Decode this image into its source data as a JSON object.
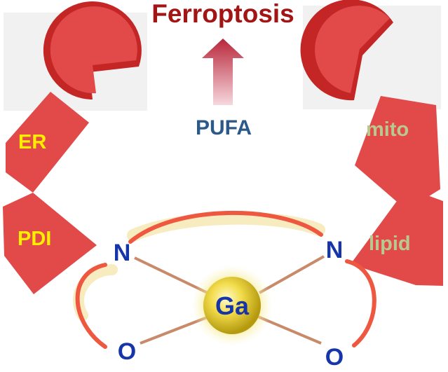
{
  "title": "Ferroptosis",
  "trigger": "PUFA",
  "metal": "Ga",
  "atoms": {
    "n_left": "N",
    "n_right": "N",
    "o_left": "O",
    "o_right": "O"
  },
  "left_arm": {
    "upper_block": "ER",
    "lower_block": "PDI"
  },
  "right_arm": {
    "upper_block": "mito",
    "lower_block": "lipid"
  },
  "colors": {
    "title": "#a31515",
    "trigger": "#2b5a8a",
    "claw": "#e24a4a",
    "claw_dark": "#c42626",
    "left_labels": "#ffee00",
    "right_labels": "#b9c98e",
    "atoms": "#1535a8",
    "ring": "#ee5840",
    "bond": "#c98a6a",
    "glow": "#f5ecc2"
  }
}
